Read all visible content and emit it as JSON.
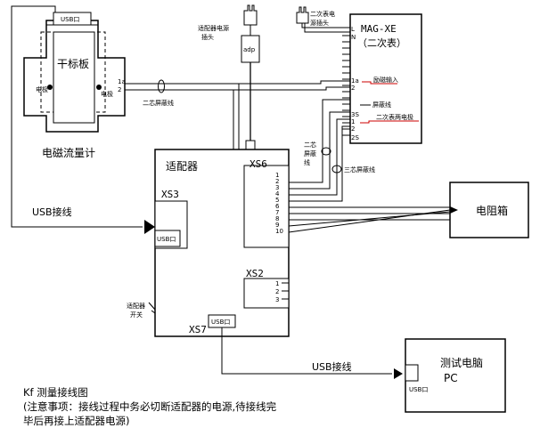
{
  "flowmeter": {
    "usb_label": "USB口",
    "plate_label": "干标板",
    "electrode_left": "电极",
    "electrode_right": "电极",
    "title": "电磁流量计",
    "pin1": "1a",
    "pin2": "2"
  },
  "adapter": {
    "title": "适配器",
    "xs3": "XS3",
    "xs3_usb": "USB口",
    "xs6": "XS6",
    "xs6_pins": [
      "1",
      "2",
      "3",
      "4",
      "5",
      "6",
      "7",
      "8",
      "9",
      "10"
    ],
    "xs2": "XS2",
    "xs2_pins": [
      "1",
      "2",
      "3"
    ],
    "xs7": "XS7",
    "xs7_usb": "USB口",
    "switch_label": "适配器开关",
    "power_plug_label": "适配器电源插头",
    "adp": "adp"
  },
  "secondary": {
    "title": "MAG-XE",
    "subtitle": "（二次表）",
    "power_plug_label": "二次表电源插头",
    "pin_l": "L",
    "pin_n": "N",
    "pin_1a": "1a",
    "pin_2": "2",
    "excite_input": "励磁输入",
    "shield_line": "屏蔽线",
    "two_electrode": "二次表两电极",
    "pin_3s": "3S",
    "pin_1": "1",
    "pin_2b": "2",
    "pin_2s": "2S"
  },
  "cables": {
    "usb_line": "USB接线",
    "two_core_shield": "二芯屏蔽线",
    "two_core_shield_2": "二芯屏蔽线",
    "three_core_shield": "三芯屏蔽线",
    "usb_line_2": "USB接线"
  },
  "resistor_box": {
    "title": "电阻箱"
  },
  "pc": {
    "title": "测试电脑",
    "subtitle": "PC",
    "usb": "USB口"
  },
  "caption": {
    "line1": "Kf 测量接线图",
    "line2": "(注意事项：接线过程中务必切断适配器的电源,待接线完",
    "line3": "毕后再接上适配器电源)"
  }
}
